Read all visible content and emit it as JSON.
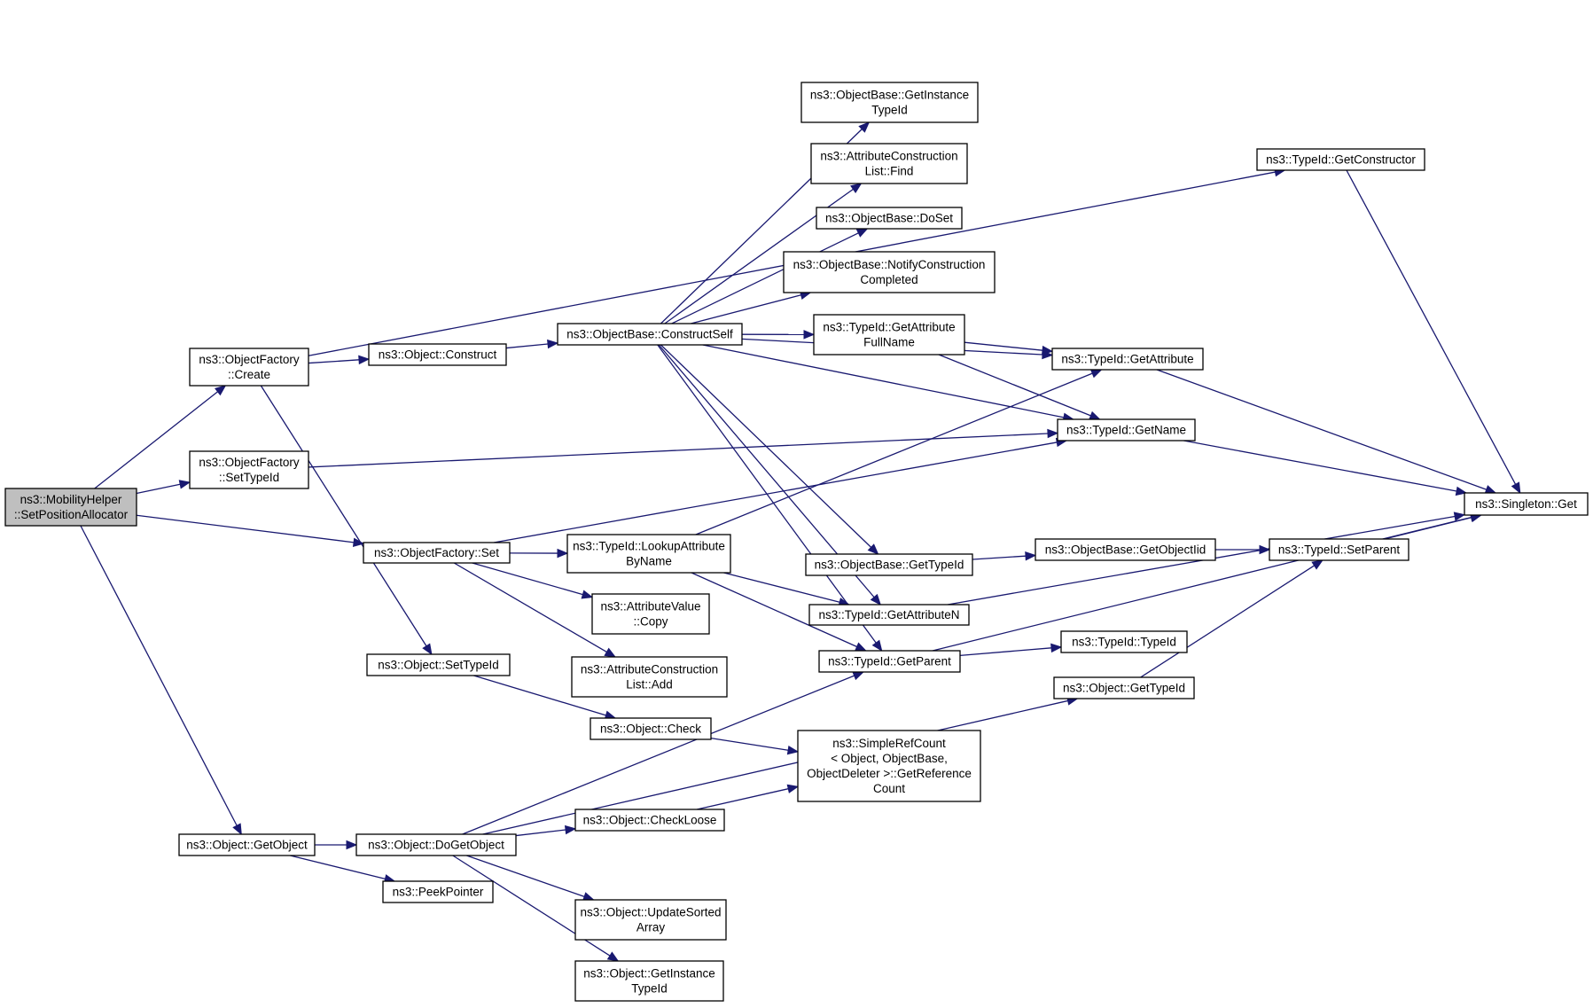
{
  "colors": {
    "edge": "#191970",
    "node_border": "#000000",
    "node_fill": "#ffffff",
    "root_fill": "#bfbfbf"
  },
  "nodes": [
    {
      "id": "root",
      "lines": [
        "ns3::MobilityHelper",
        "::SetPositionAllocator"
      ],
      "root": true
    },
    {
      "id": "of_create",
      "lines": [
        "ns3::ObjectFactory",
        "::Create"
      ]
    },
    {
      "id": "of_settypeid",
      "lines": [
        "ns3::ObjectFactory",
        "::SetTypeId"
      ]
    },
    {
      "id": "of_set",
      "lines": [
        "ns3::ObjectFactory::Set"
      ]
    },
    {
      "id": "obj_getobject",
      "lines": [
        "ns3::Object::GetObject"
      ]
    },
    {
      "id": "obj_construct",
      "lines": [
        "ns3::Object::Construct"
      ]
    },
    {
      "id": "obj_settypeid",
      "lines": [
        "ns3::Object::SetTypeId"
      ]
    },
    {
      "id": "obj_dogetobject",
      "lines": [
        "ns3::Object::DoGetObject"
      ]
    },
    {
      "id": "peekpointer",
      "lines": [
        "ns3::PeekPointer"
      ]
    },
    {
      "id": "ob_constructself",
      "lines": [
        "ns3::ObjectBase::ConstructSelf"
      ]
    },
    {
      "id": "tid_lookupattr",
      "lines": [
        "ns3::TypeId::LookupAttribute",
        "ByName"
      ]
    },
    {
      "id": "av_copy",
      "lines": [
        "ns3::AttributeValue",
        "::Copy"
      ]
    },
    {
      "id": "acl_add",
      "lines": [
        "ns3::AttributeConstruction",
        "List::Add"
      ]
    },
    {
      "id": "obj_check",
      "lines": [
        "ns3::Object::Check"
      ]
    },
    {
      "id": "obj_checkloose",
      "lines": [
        "ns3::Object::CheckLoose"
      ]
    },
    {
      "id": "obj_updatesorted",
      "lines": [
        "ns3::Object::UpdateSorted",
        "Array"
      ]
    },
    {
      "id": "obj_getinstancetypeid",
      "lines": [
        "ns3::Object::GetInstance",
        "TypeId"
      ]
    },
    {
      "id": "ob_getinstancetypeid",
      "lines": [
        "ns3::ObjectBase::GetInstance",
        "TypeId"
      ]
    },
    {
      "id": "acl_find",
      "lines": [
        "ns3::AttributeConstruction",
        "List::Find"
      ]
    },
    {
      "id": "ob_doset",
      "lines": [
        "ns3::ObjectBase::DoSet"
      ]
    },
    {
      "id": "ob_notify",
      "lines": [
        "ns3::ObjectBase::NotifyConstruction",
        "Completed"
      ]
    },
    {
      "id": "tid_getattrfullname",
      "lines": [
        "ns3::TypeId::GetAttribute",
        "FullName"
      ]
    },
    {
      "id": "ob_gettypeid",
      "lines": [
        "ns3::ObjectBase::GetTypeId"
      ]
    },
    {
      "id": "tid_getattrn",
      "lines": [
        "ns3::TypeId::GetAttributeN"
      ]
    },
    {
      "id": "tid_getparent",
      "lines": [
        "ns3::TypeId::GetParent"
      ]
    },
    {
      "id": "simplerefcount",
      "lines": [
        "ns3::SimpleRefCount",
        "< Object, ObjectBase,",
        "ObjectDeleter >::GetReference",
        "Count"
      ]
    },
    {
      "id": "tid_getattribute",
      "lines": [
        "ns3::TypeId::GetAttribute"
      ]
    },
    {
      "id": "tid_getname",
      "lines": [
        "ns3::TypeId::GetName"
      ]
    },
    {
      "id": "ob_getobjectiid",
      "lines": [
        "ns3::ObjectBase::GetObjectIid"
      ]
    },
    {
      "id": "tid_typeid",
      "lines": [
        "ns3::TypeId::TypeId"
      ]
    },
    {
      "id": "obj_gettypeid",
      "lines": [
        "ns3::Object::GetTypeId"
      ]
    },
    {
      "id": "tid_getconstructor",
      "lines": [
        "ns3::TypeId::GetConstructor"
      ]
    },
    {
      "id": "tid_setparent",
      "lines": [
        "ns3::TypeId::SetParent"
      ]
    },
    {
      "id": "singleton_get",
      "lines": [
        "ns3::Singleton::Get"
      ]
    }
  ],
  "edges": [
    [
      "root",
      "of_create"
    ],
    [
      "root",
      "of_settypeid"
    ],
    [
      "root",
      "of_set"
    ],
    [
      "root",
      "obj_getobject"
    ],
    [
      "of_create",
      "tid_getconstructor"
    ],
    [
      "of_create",
      "obj_construct"
    ],
    [
      "of_create",
      "obj_settypeid"
    ],
    [
      "of_settypeid",
      "tid_getname"
    ],
    [
      "of_set",
      "tid_getname"
    ],
    [
      "of_set",
      "tid_lookupattr"
    ],
    [
      "of_set",
      "av_copy"
    ],
    [
      "of_set",
      "acl_add"
    ],
    [
      "obj_getobject",
      "obj_dogetobject"
    ],
    [
      "obj_getobject",
      "peekpointer"
    ],
    [
      "obj_construct",
      "ob_constructself"
    ],
    [
      "obj_settypeid",
      "obj_check"
    ],
    [
      "obj_check",
      "simplerefcount"
    ],
    [
      "obj_dogetobject",
      "tid_getparent"
    ],
    [
      "obj_dogetobject",
      "obj_checkloose"
    ],
    [
      "obj_dogetobject",
      "obj_gettypeid"
    ],
    [
      "obj_dogetobject",
      "obj_updatesorted"
    ],
    [
      "obj_dogetobject",
      "obj_getinstancetypeid"
    ],
    [
      "obj_checkloose",
      "simplerefcount"
    ],
    [
      "ob_constructself",
      "tid_getattribute"
    ],
    [
      "ob_constructself",
      "ob_getinstancetypeid"
    ],
    [
      "ob_constructself",
      "acl_find"
    ],
    [
      "ob_constructself",
      "ob_doset"
    ],
    [
      "ob_constructself",
      "ob_notify"
    ],
    [
      "ob_constructself",
      "tid_getattrfullname"
    ],
    [
      "ob_constructself",
      "tid_getname"
    ],
    [
      "ob_constructself",
      "ob_gettypeid"
    ],
    [
      "ob_constructself",
      "tid_getattrn"
    ],
    [
      "ob_constructself",
      "tid_getparent"
    ],
    [
      "tid_getattrfullname",
      "tid_getattribute"
    ],
    [
      "tid_getattrfullname",
      "tid_getname"
    ],
    [
      "tid_lookupattr",
      "tid_getattribute"
    ],
    [
      "tid_lookupattr",
      "tid_getattrn"
    ],
    [
      "tid_lookupattr",
      "tid_getparent"
    ],
    [
      "ob_gettypeid",
      "ob_getobjectiid"
    ],
    [
      "ob_getobjectiid",
      "tid_setparent"
    ],
    [
      "tid_getattrn",
      "singleton_get"
    ],
    [
      "tid_getparent",
      "tid_typeid"
    ],
    [
      "tid_getparent",
      "singleton_get"
    ],
    [
      "obj_gettypeid",
      "tid_setparent"
    ],
    [
      "tid_getattribute",
      "singleton_get"
    ],
    [
      "tid_getname",
      "singleton_get"
    ],
    [
      "tid_setparent",
      "singleton_get"
    ],
    [
      "tid_getconstructor",
      "singleton_get"
    ]
  ]
}
